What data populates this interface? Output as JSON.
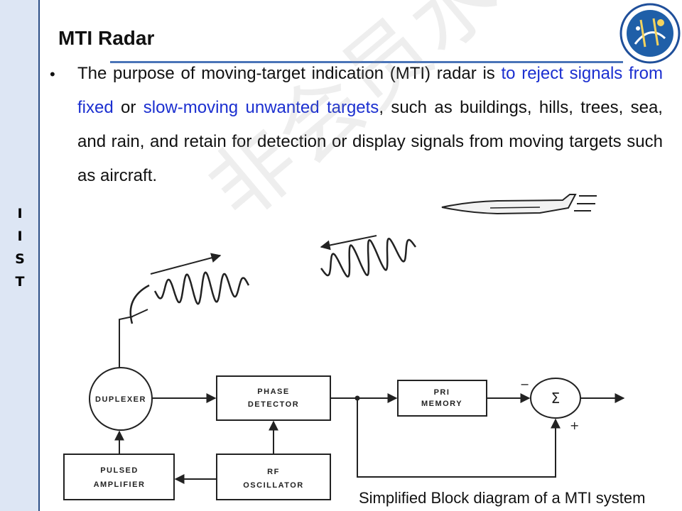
{
  "sidebar": {
    "letters": [
      "I",
      "I",
      "S",
      "T"
    ]
  },
  "slide": {
    "title": "MTI Radar",
    "paragraph": {
      "p1": "The purpose of moving-target indication (MTI) radar is ",
      "h1": "to reject signals from fixed",
      "p2": " or ",
      "h2": "slow-moving unwanted targets",
      "p3": ", such as buildings, hills, trees, sea, and rain, and retain for detection or display signals from moving targets such as aircraft."
    },
    "highlight_color": "#1b2fd0",
    "watermark": "非会员水印",
    "caption": "Simplified  Block diagram of a MTI system"
  },
  "diagram": {
    "duplexer": "DUPLEXER",
    "phase_detector": [
      "PHASE",
      "DETECTOR"
    ],
    "pri_memory": [
      "PRI",
      "MEMORY"
    ],
    "sum_symbol": "Σ",
    "minus_sign": "−",
    "plus_sign": "+",
    "pulsed_amplifier": [
      "PULSED",
      "AMPLIFIER"
    ],
    "rf_oscillator": [
      "RF",
      "OSCILLATOR"
    ]
  },
  "icons": [
    "radar-antenna-icon",
    "aircraft-icon",
    "logo-emblem-icon"
  ]
}
